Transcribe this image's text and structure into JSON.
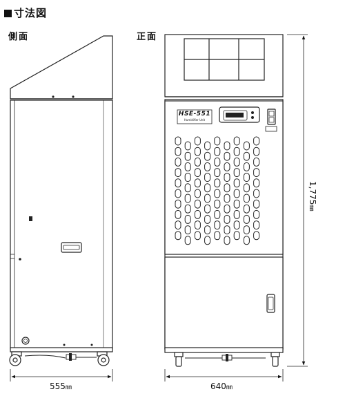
{
  "heading": "寸法図",
  "views": {
    "side_label": "側面",
    "front_label": "正面"
  },
  "front_panel": {
    "model_label": "HSE-551",
    "model_sublabel": "Humidifier Unit"
  },
  "dimensions": {
    "depth_value": "555",
    "width_value": "640",
    "height_value": "1,775",
    "unit": "㎜"
  }
}
